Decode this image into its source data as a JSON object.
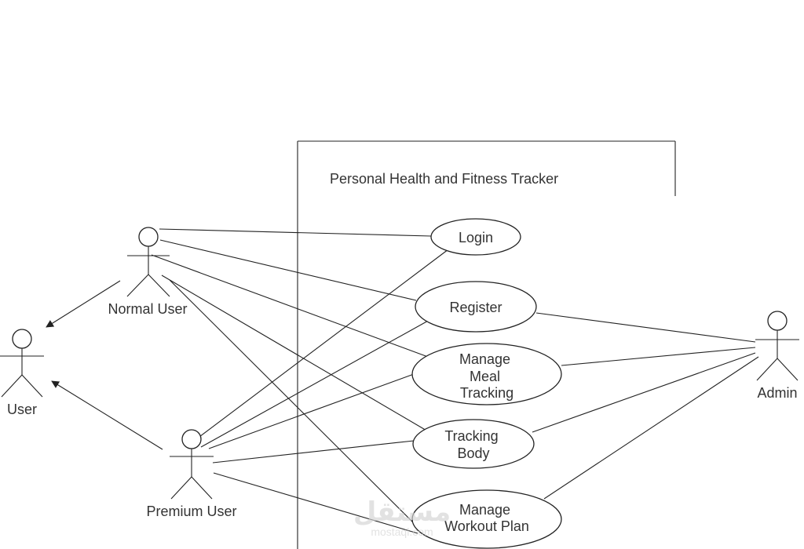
{
  "system": {
    "title": "Personal Health and Fitness Tracker"
  },
  "actors": {
    "normal_user": "Normal User",
    "premium_user": "Premium User",
    "user": "User",
    "admin": "Admin"
  },
  "use_cases": {
    "login": [
      "Login"
    ],
    "register": [
      "Register"
    ],
    "meal": [
      "Manage",
      "Meal",
      "Tracking"
    ],
    "body": [
      "Tracking",
      "Body"
    ],
    "workout": [
      "Manage",
      "Workout Plan"
    ]
  },
  "watermark": {
    "logo_text": "مستقل",
    "site": "mostaql.com"
  },
  "colors": {
    "line": "#222222",
    "text": "#333333",
    "background": "#ffffff"
  }
}
